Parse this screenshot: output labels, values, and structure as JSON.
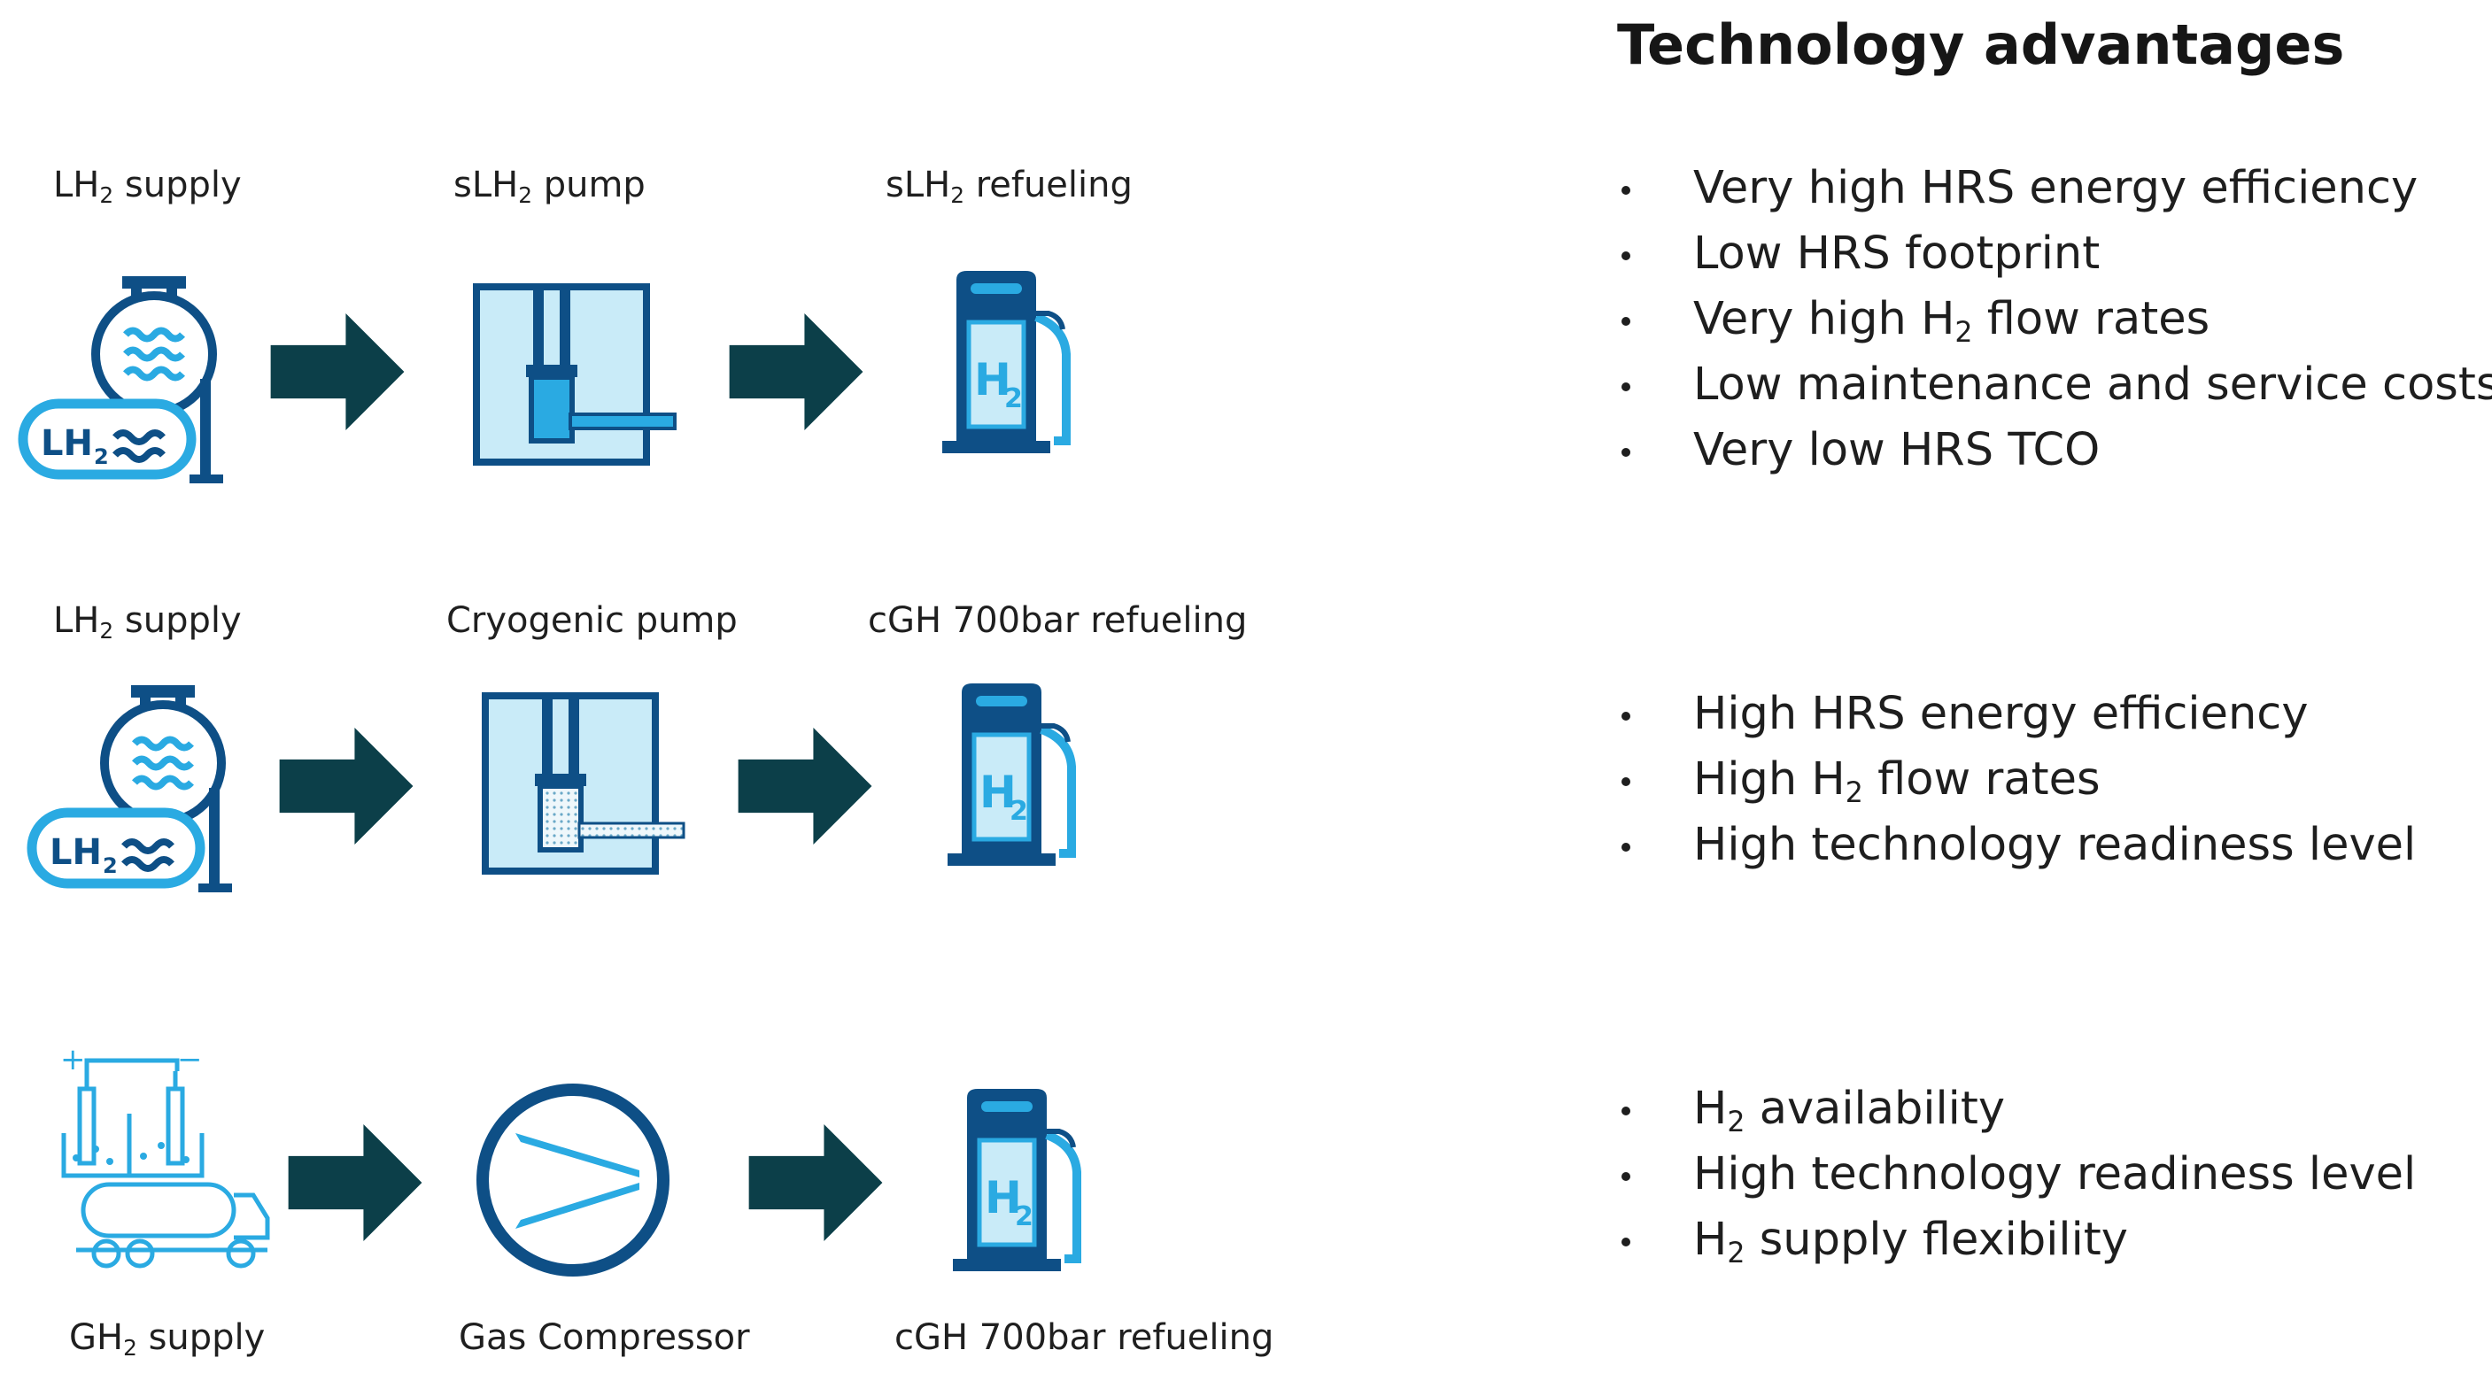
{
  "colors": {
    "navy": "#0e4f86",
    "cyan": "#2aaae2",
    "light_cyan": "#c9ebf8",
    "arrow": "#0c3f49",
    "text": "#1e1e1e"
  },
  "icons": {
    "supply_lh2": "lh2-tank-icon",
    "pump_slh2": "slh2-pump-icon",
    "pump_cryo": "cryogenic-pump-icon",
    "compressor": "gas-compressor-icon",
    "supply_gh2": "electrolyser-truck-icon",
    "refuel": "h2-dispenser-icon",
    "arrow": "arrow-right-icon"
  },
  "icon_text": {
    "lh2": "LH",
    "h2": "H",
    "sub2": "2",
    "plus": "+",
    "minus": "−"
  },
  "rows": [
    {
      "supply": {
        "pre": "LH",
        "sub": "2",
        "post": " supply"
      },
      "pump": {
        "pre": "sLH",
        "sub": "2",
        "post": " pump"
      },
      "refuel": {
        "pre": "sLH",
        "sub": "2",
        "post": " refueling"
      }
    },
    {
      "supply": {
        "pre": "LH",
        "sub": "2",
        "post": " supply"
      },
      "pump": {
        "pre": "Cryogenic pump",
        "sub": "",
        "post": ""
      },
      "refuel": {
        "pre": "cGH 700bar refueling",
        "sub": "",
        "post": ""
      }
    },
    {
      "supply": {
        "pre": "GH",
        "sub": "2",
        "post": " supply"
      },
      "pump": {
        "pre": "Gas Compressor",
        "sub": "",
        "post": ""
      },
      "refuel": {
        "pre": "cGH 700bar refueling",
        "sub": "",
        "post": ""
      }
    }
  ],
  "advantages": {
    "title": "Technology advantages",
    "groups": [
      [
        {
          "pre": "Very high HRS energy efficiency",
          "sub": "",
          "post": ""
        },
        {
          "pre": "Low HRS footprint",
          "sub": "",
          "post": ""
        },
        {
          "pre": "Very high H",
          "sub": "2",
          "post": " flow rates"
        },
        {
          "pre": "Low maintenance and service costs",
          "sub": "",
          "post": ""
        },
        {
          "pre": "Very low HRS TCO",
          "sub": "",
          "post": ""
        }
      ],
      [
        {
          "pre": "High HRS energy efficiency",
          "sub": "",
          "post": ""
        },
        {
          "pre": "High H",
          "sub": "2",
          "post": " flow rates"
        },
        {
          "pre": "High technology readiness level",
          "sub": "",
          "post": ""
        }
      ],
      [
        {
          "pre": "H",
          "sub": "2",
          "post": " availability"
        },
        {
          "pre": "High technology readiness level",
          "sub": "",
          "post": ""
        },
        {
          "pre": "H",
          "sub": "2",
          "post": " supply flexibility"
        }
      ]
    ]
  }
}
